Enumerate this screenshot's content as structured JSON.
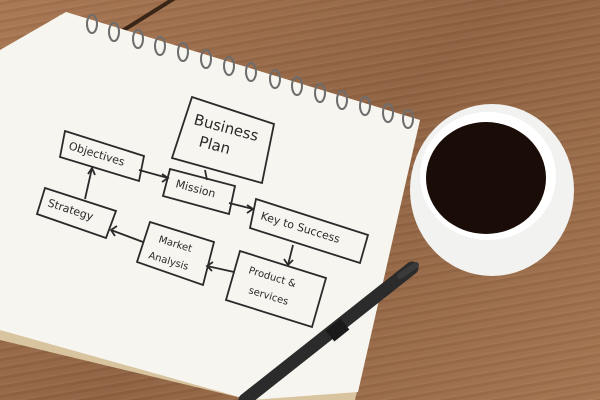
{
  "scene": {
    "description": "Spiral notebook on a wooden table with a hand-drawn business plan flowchart, a cup of black coffee and a black pen",
    "colors": {
      "table_wood": "#9a6a45",
      "paper": "#f7f5ef",
      "ink": "#2a2a2a",
      "coffee": "#1a0c07",
      "cup": "#f2f2f0",
      "pen": "#2b2b2b"
    }
  },
  "diagram": {
    "title": {
      "line1": "Business",
      "line2": "Plan"
    },
    "nodes": {
      "objectives": "Objectives",
      "mission": "Mission",
      "strategy": "Strategy",
      "key_to_success": "Key to Success",
      "market_analysis": {
        "line1": "Market",
        "line2": "Analysis"
      },
      "product_services": {
        "line1": "Product &",
        "line2": "services"
      }
    },
    "edges": [
      {
        "from": "Business Plan",
        "to": "Mission"
      },
      {
        "from": "Objectives",
        "to": "Mission"
      },
      {
        "from": "Mission",
        "to": "Key to Success"
      },
      {
        "from": "Key to Success",
        "to": "Product & services"
      },
      {
        "from": "Product & services",
        "to": "Market Analysis"
      },
      {
        "from": "Market Analysis",
        "to": "Strategy"
      },
      {
        "from": "Strategy",
        "to": "Objectives"
      }
    ]
  }
}
